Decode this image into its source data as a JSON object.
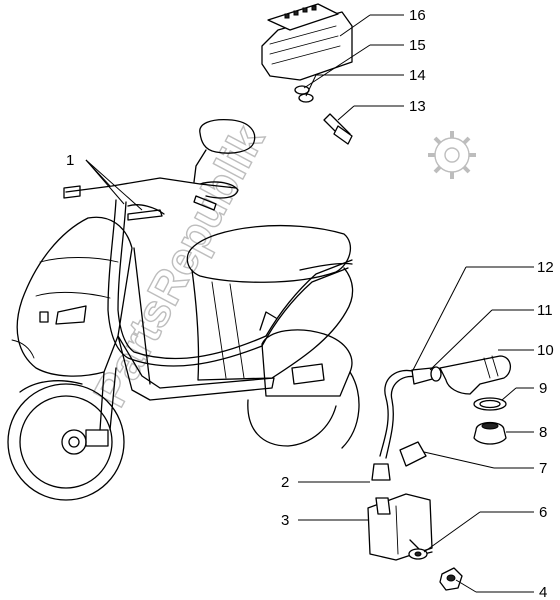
{
  "diagram": {
    "watermark": "PartsRepublik",
    "callouts": [
      {
        "id": "callout-1",
        "label": "1"
      },
      {
        "id": "callout-2",
        "label": "2"
      },
      {
        "id": "callout-3",
        "label": "3"
      },
      {
        "id": "callout-4",
        "label": "4"
      },
      {
        "id": "callout-6",
        "label": "6"
      },
      {
        "id": "callout-7",
        "label": "7"
      },
      {
        "id": "callout-8",
        "label": "8"
      },
      {
        "id": "callout-9",
        "label": "9"
      },
      {
        "id": "callout-10",
        "label": "10"
      },
      {
        "id": "callout-11",
        "label": "11"
      },
      {
        "id": "callout-12",
        "label": "12"
      },
      {
        "id": "callout-13",
        "label": "13"
      },
      {
        "id": "callout-14",
        "label": "14"
      },
      {
        "id": "callout-15",
        "label": "15"
      },
      {
        "id": "callout-16",
        "label": "16"
      }
    ]
  }
}
